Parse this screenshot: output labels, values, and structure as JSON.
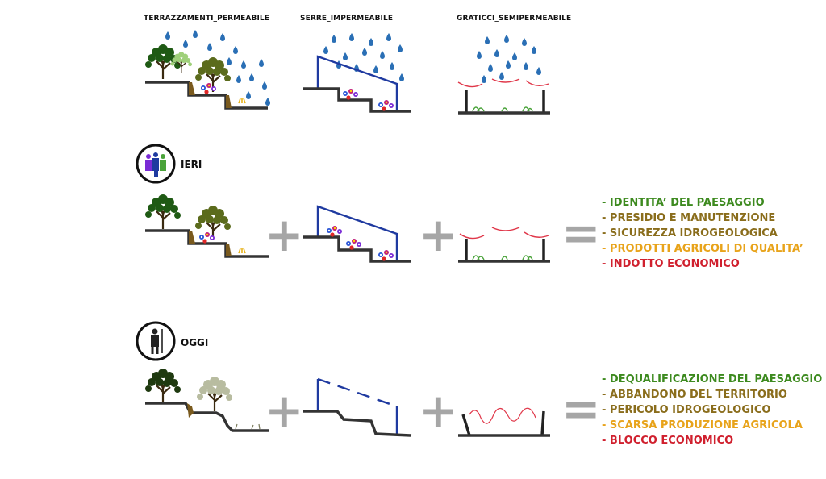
{
  "headers": {
    "terraces": "TERRAZZAMENTI_PERMEABILE",
    "greenhouse": "SERRE_IMPERMEABILE",
    "trellis": "GRATICCI_SEMIPERMEABILE"
  },
  "ieri": {
    "label": "IERI",
    "outcomes": [
      {
        "text": "- IDENTITA’ DEL PAESAGGIO",
        "color": "#3d8a1f"
      },
      {
        "text": "- PRESIDIO E MANUTENZIONE",
        "color": "#8a6d1c"
      },
      {
        "text": "- SICUREZZA IDROGEOLOGICA",
        "color": "#8a6d1c"
      },
      {
        "text": "- PRODOTTI AGRICOLI DI QUALITA’",
        "color": "#e8a31a"
      },
      {
        "text": "- INDOTTO ECONOMICO",
        "color": "#d0202e"
      }
    ]
  },
  "oggi": {
    "label": "OGGI",
    "outcomes": [
      {
        "text": "- DEQUALIFICAZIONE DEL PAESAGGIO",
        "color": "#3d8a1f"
      },
      {
        "text": "- ABBANDONO DEL TERRITORIO",
        "color": "#8a6d1c"
      },
      {
        "text": "- PERICOLO IDROGEOLOGICO",
        "color": "#8a6d1c"
      },
      {
        "text": "- SCARSA PRODUZIONE AGRICOLA",
        "color": "#e8a31a"
      },
      {
        "text": "- BLOCCO ECONOMICO",
        "color": "#d0202e"
      }
    ]
  },
  "operators": {
    "plus": "+",
    "equals": "="
  },
  "icons": {
    "ieri": "farmers-group-icon",
    "oggi": "lone-farmer-icon",
    "rain": "raindrop-icon",
    "tree": "tree-icon",
    "flower": "flower-icon"
  },
  "colors": {
    "tree_dark": "#1f5a14",
    "tree_olive": "#5b6b1c",
    "greenhouse": "#1f3aa0",
    "net": "#e0384a",
    "rain": "#2a6fb5",
    "soil": "#7a5a1e"
  }
}
